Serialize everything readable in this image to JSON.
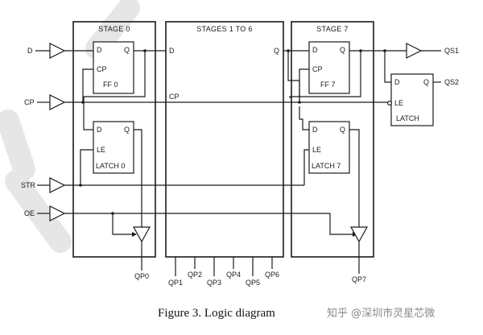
{
  "blocks": {
    "stage0": "STAGE 0",
    "stages_mid": "STAGES 1 TO 6",
    "stage7": "STAGE 7"
  },
  "inputs": {
    "d": "D",
    "cp": "CP",
    "str": "STR",
    "oe": "OE"
  },
  "cells": {
    "ff0": {
      "d": "D",
      "q": "Q",
      "cp": "CP",
      "name": "FF 0"
    },
    "latch0": {
      "d": "D",
      "q": "Q",
      "le": "LE",
      "name": "LATCH 0"
    },
    "ff7": {
      "d": "D",
      "q": "Q",
      "cp": "CP",
      "name": "FF 7"
    },
    "latch7": {
      "d": "D",
      "q": "Q",
      "le": "LE",
      "name": "LATCH 7"
    },
    "latch_out": {
      "d": "D",
      "q": "Q",
      "le": "LE",
      "name": "LATCH"
    }
  },
  "mid_pins": {
    "d": "D",
    "q": "Q",
    "cp": "CP"
  },
  "outputs": {
    "qs1": "QS1",
    "qs2": "QS2",
    "qp0": "QP0",
    "qp1": "QP1",
    "qp2": "QP2",
    "qp3": "QP3",
    "qp4": "QP4",
    "qp5": "QP5",
    "qp6": "QP6",
    "qp7": "QP7"
  },
  "caption": "Figure 3. Logic diagram",
  "watermark": "知乎 @深圳市灵星芯微"
}
